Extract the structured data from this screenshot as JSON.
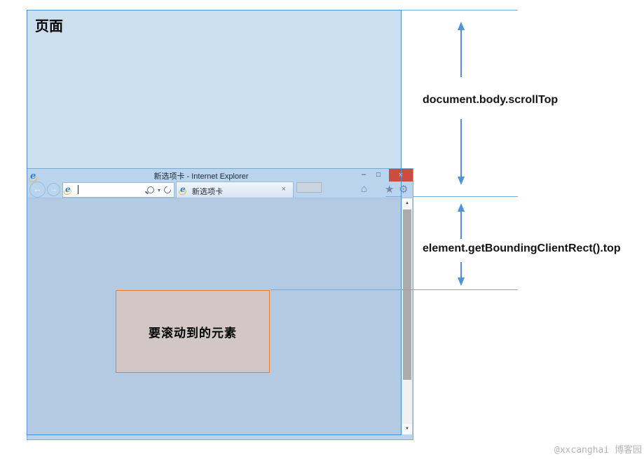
{
  "page": {
    "label": "页面"
  },
  "browser": {
    "title": "新选项卡 - Internet Explorer",
    "tab": {
      "label": "新选项卡"
    },
    "logo_glyph": "e",
    "controls": {
      "minimize": "–",
      "maximize": "□",
      "close": "×"
    },
    "nav": {
      "back": "←",
      "forward": "→"
    },
    "address": {
      "value": "",
      "dropdown": "▾"
    },
    "actions": {
      "home": "⌂",
      "favorites": "★",
      "settings": "⚙"
    },
    "tab_close": "×",
    "scrollbar": {
      "up": "▲",
      "down": "▼"
    }
  },
  "annotations": {
    "scroll_top": "document.body.scrollTop",
    "client_rect": "element.getBoundingClientRect().top"
  },
  "element_box": {
    "label": "要滚动到的元素"
  },
  "watermark": "@xxcanghai 博客园",
  "colors": {
    "page_fill": "#cbdff1",
    "viewport_fill": "#b3cae2",
    "page_border": "#4e92d6",
    "annotation_line": "#7cabda",
    "arrow": "#4f92d6",
    "element_fill": "#d2c6c6",
    "element_border": "#e27d32",
    "browser_chrome": "#b9d4ec",
    "close_button": "#ce4b42"
  }
}
